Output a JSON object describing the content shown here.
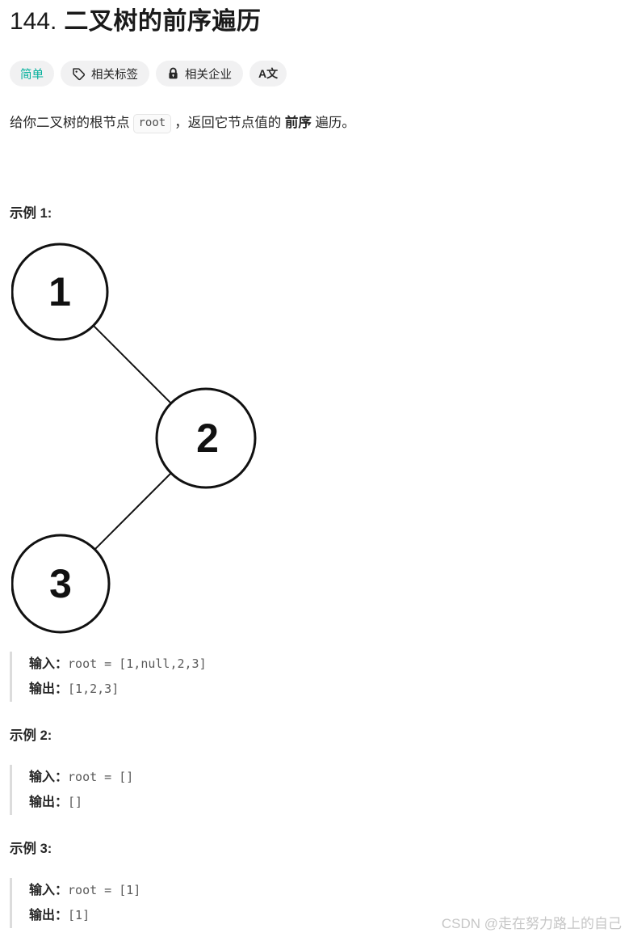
{
  "header": {
    "number": "144.",
    "title": "二叉树的前序遍历"
  },
  "pills": {
    "difficulty": "简单",
    "tags": "相关标签",
    "companies": "相关企业",
    "translate": "A文"
  },
  "colors": {
    "difficulty": "#00af9b",
    "text": "#262626",
    "code_value": "#5a5a5a",
    "watermark": "#c6c6c6",
    "pill_bg": "#f1f1f2",
    "quote_bar": "#dcdcdc"
  },
  "description": {
    "prefix": "给你二叉树的根节点",
    "code": "root",
    "middle": "，返回它节点值的 ",
    "bold": "前序",
    "suffix": " 遍历。"
  },
  "examples": [
    {
      "heading": "示例 1:",
      "input_label": "输入：",
      "input_value": "root = [1,null,2,3]",
      "output_label": "输出：",
      "output_value": "[1,2,3]"
    },
    {
      "heading": "示例 2:",
      "input_label": "输入：",
      "input_value": "root = []",
      "output_label": "输出：",
      "output_value": "[]"
    },
    {
      "heading": "示例 3:",
      "input_label": "输入：",
      "input_value": "root = [1]",
      "output_label": "输出：",
      "output_value": "[1]"
    }
  ],
  "tree": {
    "description": "binary tree for example 1: 1 -> right child 2 -> left child 3",
    "nodes": [
      {
        "label": "1"
      },
      {
        "label": "2"
      },
      {
        "label": "3"
      }
    ],
    "edges": [
      "1->2 (right)",
      "2->3 (left)"
    ]
  },
  "watermark": "CSDN @走在努力路上的自己"
}
